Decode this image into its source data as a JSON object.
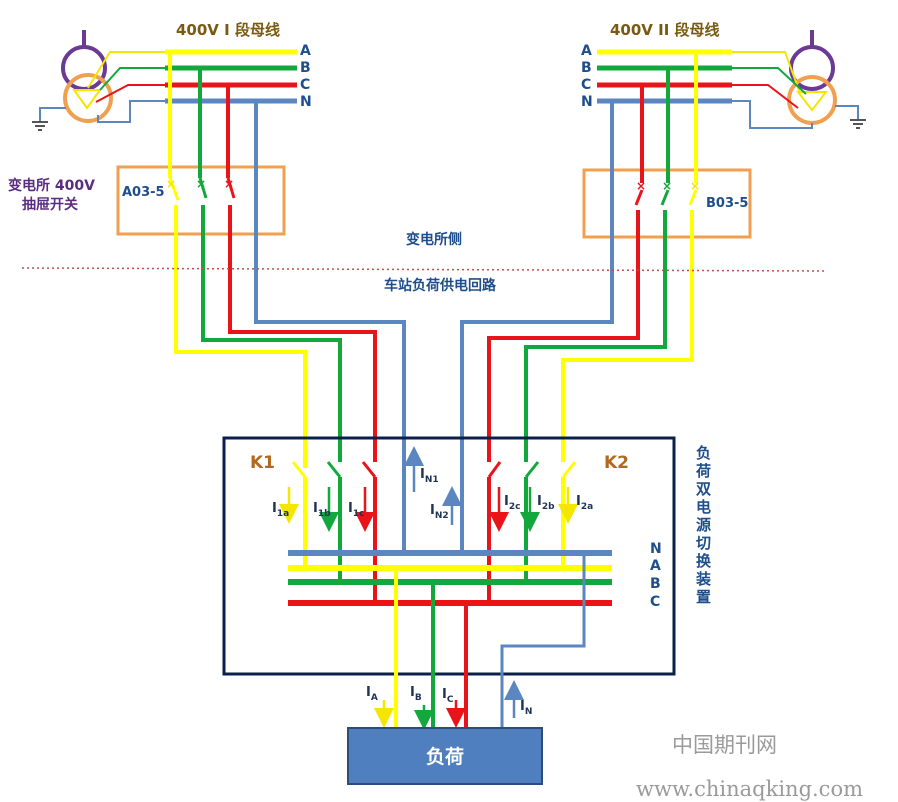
{
  "colors": {
    "phase_a": "#ffff00",
    "phase_b": "#12a83c",
    "phase_c": "#e8141a",
    "neutral": "#5b86c0",
    "box_orange": "#f0a050",
    "device_border": "#0a1f4a",
    "load_fill": "#4f7fbf",
    "text_blue": "#1f4e8c",
    "text_purple": "#5a2d82",
    "text_brown": "#b06a1c"
  },
  "busbar_left": {
    "title": "400V I 段母线",
    "labels": [
      "A",
      "B",
      "C",
      "N"
    ]
  },
  "busbar_right": {
    "title": "400V II 段母线",
    "labels": [
      "A",
      "B",
      "C",
      "N"
    ]
  },
  "breaker_left": {
    "label": "A03-5",
    "caption_line1": "变电所 400V",
    "caption_line2": "抽屉开关"
  },
  "breaker_right": {
    "label": "B03-5"
  },
  "divider": {
    "top_label": "变电所侧",
    "bottom_label": "车站负荷供电回路"
  },
  "device": {
    "k1": "K1",
    "k2": "K2",
    "bus_labels": [
      "N",
      "A",
      "B",
      "C"
    ],
    "side_label": [
      "负",
      "荷",
      "双",
      "电",
      "源",
      "切",
      "换",
      "装",
      "置"
    ]
  },
  "currents": {
    "i1a": {
      "main": "I",
      "sub": "1a"
    },
    "i1b": {
      "main": "I",
      "sub": "1b"
    },
    "i1c": {
      "main": "I",
      "sub": "1c"
    },
    "in1": {
      "main": "I",
      "sub": "N1"
    },
    "in2": {
      "main": "I",
      "sub": "N2"
    },
    "i2c": {
      "main": "I",
      "sub": "2c"
    },
    "i2b": {
      "main": "I",
      "sub": "2b"
    },
    "i2a": {
      "main": "I",
      "sub": "2a"
    },
    "ia": {
      "main": "I",
      "sub": "A"
    },
    "ib": {
      "main": "I",
      "sub": "B"
    },
    "ic": {
      "main": "I",
      "sub": "C"
    },
    "in": {
      "main": "I",
      "sub": "N"
    }
  },
  "load": {
    "label": "负荷"
  },
  "watermark": {
    "line1": "中国期刊网",
    "line2": "www.chinaqking.com"
  }
}
